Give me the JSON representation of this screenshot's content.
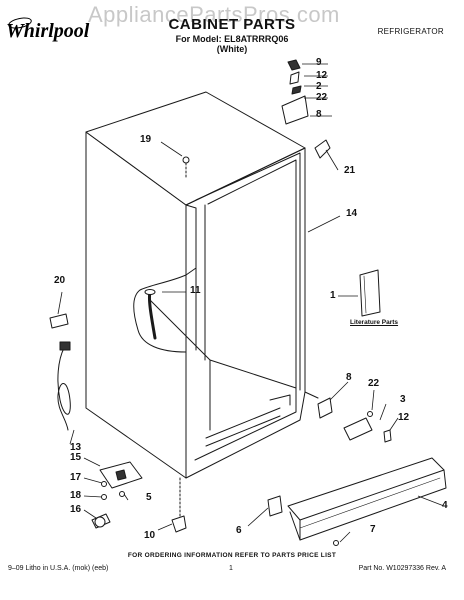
{
  "watermark": "AppliancePartsPros.com",
  "header": {
    "brand": "Whirlpool",
    "title": "CABINET PARTS",
    "model_line": "For Model: EL8ATRRRQ06",
    "color_line": "(White)",
    "category": "REFRIGERATOR"
  },
  "callouts": {
    "c9_top": "9",
    "c12_top": "12",
    "c2": "2",
    "c22_top": "22",
    "c8_top": "8",
    "c19": "19",
    "c21": "21",
    "c14": "14",
    "c20": "20",
    "c11": "11",
    "c1": "1",
    "c8_bot": "8",
    "c22_bot": "22",
    "c3": "3",
    "c12_bot": "12",
    "c13": "13",
    "c15": "15",
    "c17": "17",
    "c18": "18",
    "c5": "5",
    "c16": "16",
    "c10": "10",
    "c6": "6",
    "c4": "4",
    "c7": "7"
  },
  "literature_label": "Literature Parts",
  "footer": {
    "ordering_note": "FOR ORDERING INFORMATION REFER TO PARTS PRICE LIST",
    "litho": "9–09 Litho in U.S.A. (mok) (eeb)",
    "page": "1",
    "part_no": "Part No. W10297336 Rev. A"
  },
  "colors": {
    "line": "#1a1a1a",
    "fill_dark": "#333333",
    "watermark": "#c8c8c8"
  }
}
